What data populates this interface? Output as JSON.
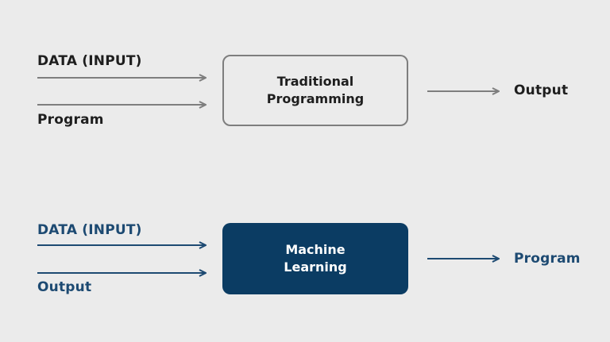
{
  "traditional": {
    "input_label": "DATA (INPUT)",
    "second_input_label": "Program",
    "box_line1": "Traditional",
    "box_line2": "Programming",
    "output_label": "Output"
  },
  "machine_learning": {
    "input_label": "DATA (INPUT)",
    "second_input_label": "Output",
    "box_line1": "Machine",
    "box_line2": "Learning",
    "output_label": "Program"
  },
  "colors": {
    "background": "#ebebeb",
    "traditional_stroke": "#7e7e7e",
    "ml_fill": "#0b3c63",
    "ml_text": "#1d4a72"
  }
}
